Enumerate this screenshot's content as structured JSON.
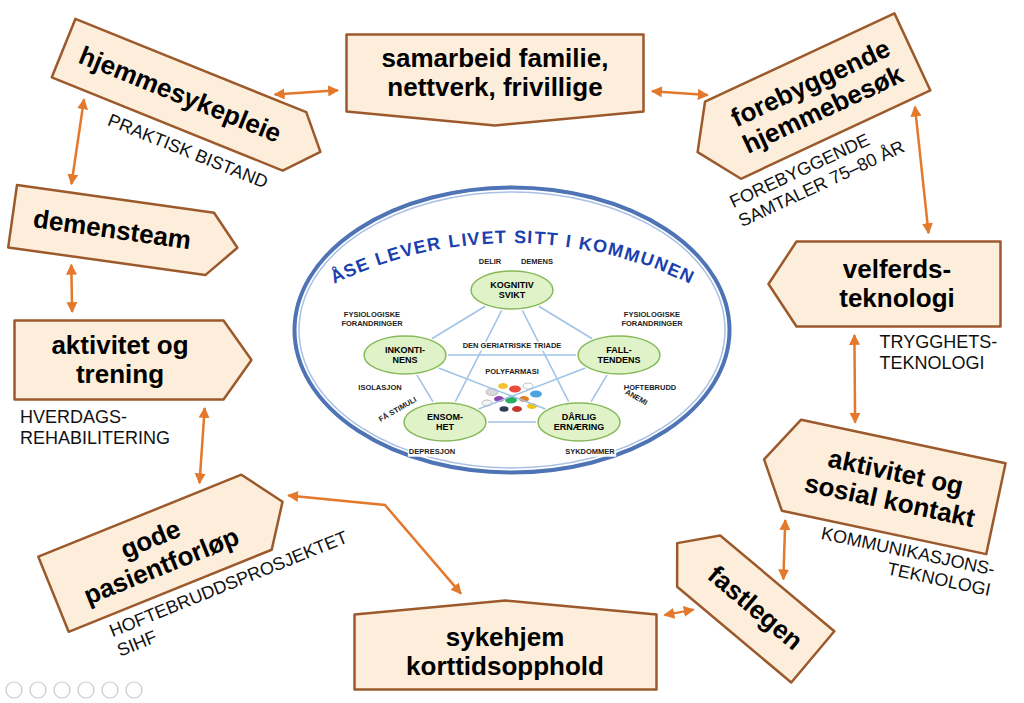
{
  "diagram": {
    "nodes": [
      {
        "text": [
          "hjemmesykepleie",
          "PRAKTISK BISTAND"
        ]
      },
      {
        "text": [
          "samarbeid familie, nettverk, frivillige"
        ]
      },
      {
        "text": [
          "forebyggende hjemmebesøk",
          "FOREBYGGENDE SAMTALER 75–80 ÅR"
        ]
      },
      {
        "text": [
          "demensteam"
        ]
      },
      {
        "text": [
          "ÅSE LEVER LIVET SITT I KOMMUNEN"
        ]
      },
      {
        "text": [
          "KOGNITIV SVIKT"
        ],
        "in": 4
      },
      {
        "text": [
          "INKONTI- NENS"
        ],
        "in": 4
      },
      {
        "text": [
          "FALL- TENDENS"
        ],
        "in": 4
      },
      {
        "text": [
          "ENSOM- HET"
        ],
        "in": 4
      },
      {
        "text": [
          "DÅRLIG ERNÆRING"
        ],
        "in": 4
      },
      {
        "text": [
          "velferds- teknologi",
          "TRYGGHETS- TEKNOLOGI"
        ]
      },
      {
        "text": [
          "aktivitet og trening",
          "HVERDAGS- REHABILITERING"
        ]
      },
      {
        "text": [
          "aktivitet og sosial kontakt",
          "KOMMUNIKASJONS- TEKNOLOGI"
        ]
      },
      {
        "text": [
          "gode pasientforløp",
          "HOFTEBRUDDSPROSJEKTET SIHF"
        ]
      },
      {
        "text": [
          "fastlegen"
        ]
      },
      {
        "text": [
          "sykehjem korttidsopphold"
        ]
      }
    ],
    "edges": [
      {
        "from": 0,
        "to": 1,
        "arrow": "both"
      },
      {
        "from": 1,
        "to": 2,
        "arrow": "both"
      },
      {
        "from": 0,
        "to": 3,
        "arrow": "both"
      },
      {
        "from": 2,
        "to": 10,
        "arrow": "both"
      },
      {
        "from": 3,
        "to": 11,
        "arrow": "both"
      },
      {
        "from": 10,
        "to": 12,
        "arrow": "both"
      },
      {
        "from": 11,
        "to": 13,
        "arrow": "both"
      },
      {
        "from": 12,
        "to": 14,
        "arrow": "both"
      },
      {
        "from": 13,
        "to": 15,
        "arrow": "both"
      },
      {
        "from": 15,
        "to": 14,
        "arrow": "both"
      },
      {
        "from": 5,
        "to": 6,
        "arrow": "none"
      },
      {
        "from": 5,
        "to": 7,
        "arrow": "none"
      },
      {
        "from": 5,
        "to": 8,
        "arrow": "none"
      },
      {
        "from": 5,
        "to": 9,
        "arrow": "none"
      },
      {
        "from": 6,
        "to": 7,
        "arrow": "none"
      },
      {
        "from": 6,
        "to": 8,
        "arrow": "none"
      },
      {
        "from": 6,
        "to": 9,
        "arrow": "none"
      },
      {
        "from": 7,
        "to": 8,
        "arrow": "none"
      },
      {
        "from": 7,
        "to": 9,
        "arrow": "none"
      },
      {
        "from": 8,
        "to": 9,
        "arrow": "none"
      }
    ],
    "labels": [
      "DELIR",
      "DEMENS",
      "FYSIOLOGISKE FORANDRINGER",
      "DEN GERIATRISKE TRIADE",
      "FYSIOLOGISKE FORANDRINGER",
      "ISOLASJON",
      "POLYFARMASI",
      "HOFTEBRUDD",
      "FÅ STIMULI",
      "ANEMI",
      "DEPRESJON",
      "SYKDOMMER"
    ]
  }
}
